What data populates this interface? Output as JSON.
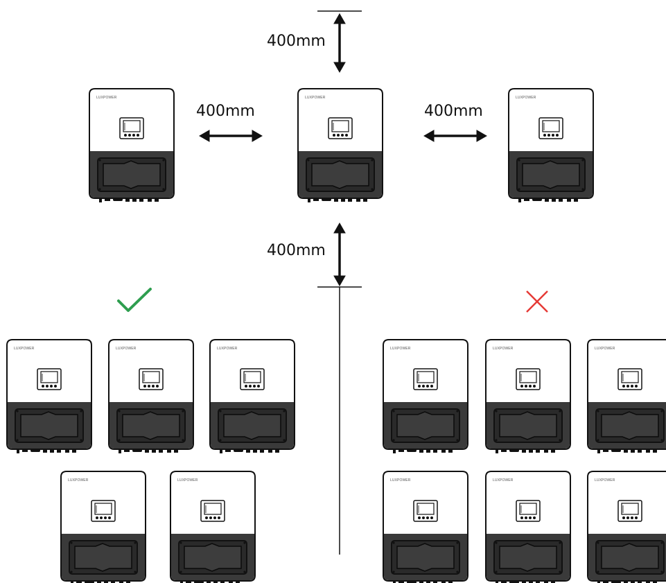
{
  "brand": "LUXPOWER",
  "clearance": {
    "top": "400mm",
    "left": "400mm",
    "right": "400mm",
    "bottom": "400mm"
  },
  "verdict": {
    "correct": "check-icon",
    "incorrect": "cross-icon",
    "correct_color": "#2e9e4f",
    "incorrect_color": "#e53935"
  },
  "colors": {
    "body_top": "#ffffff",
    "body_bottom": "#3a3a3a",
    "outline": "#111111"
  }
}
